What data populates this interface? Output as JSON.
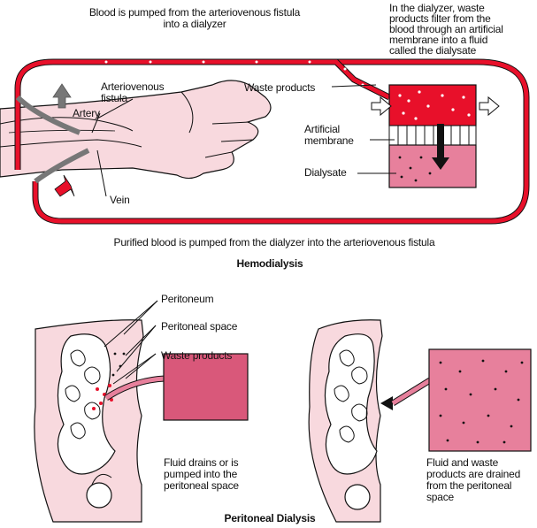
{
  "hemodialysis": {
    "top_caption": [
      "Blood is pumped from the arteriovenous fistula",
      "into a dialyzer"
    ],
    "dialyzer_caption": [
      "In the dialyzer, waste",
      "products filter from the",
      "blood through an artificial",
      "membrane into a fluid",
      "called the dialysate"
    ],
    "labels": {
      "arteriovenous_fistula": [
        "Arteriovenous",
        "fistula"
      ],
      "artery": "Artery",
      "vein": "Vein",
      "waste_products": "Waste products",
      "artificial_membrane": [
        "Artificial",
        "membrane"
      ],
      "dialysate": "Dialysate"
    },
    "bottom_caption": "Purified blood is pumped from the dialyzer into the arteriovenous fistula",
    "title": "Hemodialysis"
  },
  "peritoneal": {
    "labels": {
      "peritoneum": "Peritoneum",
      "peritoneal_space": "Peritoneal space",
      "waste_products": "Waste products"
    },
    "left_caption": [
      "Fluid drains or is",
      "pumped into the",
      "peritoneal space"
    ],
    "right_caption": [
      "Fluid and waste",
      "products are drained",
      "from the peritoneal",
      "space"
    ],
    "title": "Peritoneal Dialysis"
  },
  "colors": {
    "blood_red": "#e8102a",
    "pink": "#f3a6b4",
    "dialysate_pink": "#d9587a",
    "skin": "#f8d9de",
    "outline": "#111111"
  }
}
